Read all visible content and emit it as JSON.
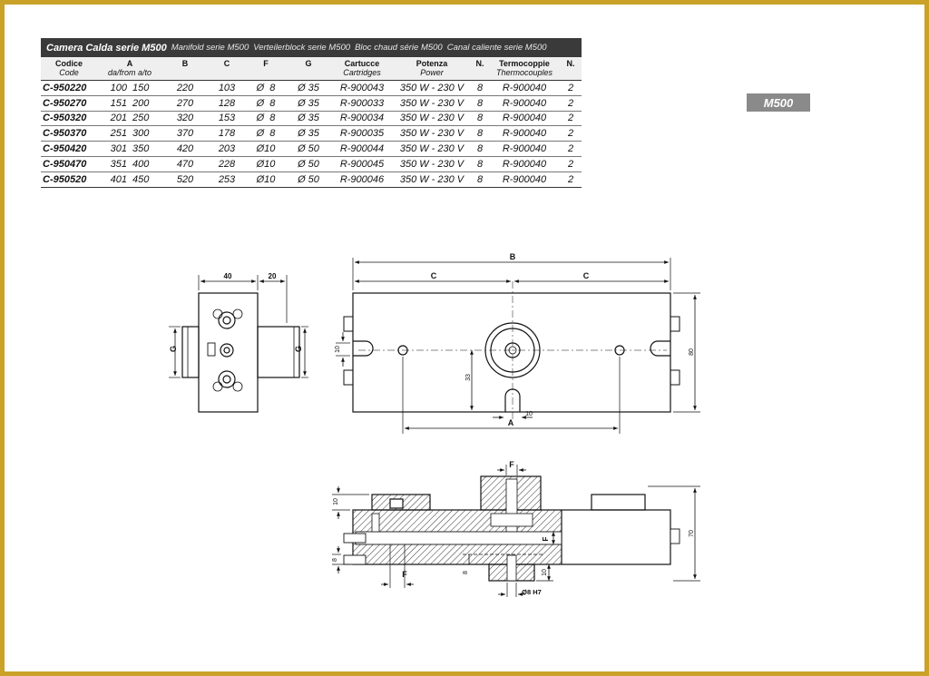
{
  "table": {
    "title": "Camera Calda serie M500",
    "translations": [
      "Manifold serie M500",
      "Verteilerblock serie M500",
      "Bloc chaud série M500",
      "Canal caliente serie M500"
    ],
    "headers": [
      {
        "l1": "Codice",
        "l2": "Code"
      },
      {
        "l1": "A",
        "l2": "da/from a/to"
      },
      {
        "l1": "B",
        "l2": ""
      },
      {
        "l1": "C",
        "l2": ""
      },
      {
        "l1": "F",
        "l2": ""
      },
      {
        "l1": "G",
        "l2": ""
      },
      {
        "l1": "Cartucce",
        "l2": "Cartridges"
      },
      {
        "l1": "Potenza",
        "l2": "Power"
      },
      {
        "l1": "N.",
        "l2": ""
      },
      {
        "l1": "Termocoppie",
        "l2": "Thermocouples"
      },
      {
        "l1": "N.",
        "l2": ""
      }
    ],
    "rows": [
      {
        "code": "C-950220",
        "a": "100  150",
        "b": "220",
        "c": "103",
        "f": "Ø  8",
        "g": "Ø 35",
        "cart": "R-900043",
        "power": "350 W - 230 V",
        "n1": "8",
        "tc": "R-900040",
        "n2": "2"
      },
      {
        "code": "C-950270",
        "a": "151  200",
        "b": "270",
        "c": "128",
        "f": "Ø  8",
        "g": "Ø 35",
        "cart": "R-900033",
        "power": "350 W - 230 V",
        "n1": "8",
        "tc": "R-900040",
        "n2": "2"
      },
      {
        "code": "C-950320",
        "a": "201  250",
        "b": "320",
        "c": "153",
        "f": "Ø  8",
        "g": "Ø 35",
        "cart": "R-900034",
        "power": "350 W - 230 V",
        "n1": "8",
        "tc": "R-900040",
        "n2": "2"
      },
      {
        "code": "C-950370",
        "a": "251  300",
        "b": "370",
        "c": "178",
        "f": "Ø  8",
        "g": "Ø 35",
        "cart": "R-900035",
        "power": "350 W - 230 V",
        "n1": "8",
        "tc": "R-900040",
        "n2": "2"
      },
      {
        "code": "C-950420",
        "a": "301  350",
        "b": "420",
        "c": "203",
        "f": "Ø10",
        "g": "Ø 50",
        "cart": "R-900044",
        "power": "350 W - 230 V",
        "n1": "8",
        "tc": "R-900040",
        "n2": "2"
      },
      {
        "code": "C-950470",
        "a": "351  400",
        "b": "470",
        "c": "228",
        "f": "Ø10",
        "g": "Ø 50",
        "cart": "R-900045",
        "power": "350 W - 230 V",
        "n1": "8",
        "tc": "R-900040",
        "n2": "2"
      },
      {
        "code": "C-950520",
        "a": "401  450",
        "b": "520",
        "c": "253",
        "f": "Ø10",
        "g": "Ø 50",
        "cart": "R-900046",
        "power": "350 W - 230 V",
        "n1": "8",
        "tc": "R-900040",
        "n2": "2"
      }
    ]
  },
  "badge": "M500",
  "drawing": {
    "side": {
      "w40": "40",
      "w20": "20",
      "g": "G"
    },
    "top": {
      "b": "B",
      "c": "C",
      "a": "A",
      "d10a": "10",
      "d33": "33",
      "d10b": "10",
      "d80": "80"
    },
    "section": {
      "f": "F",
      "d10a": "10",
      "d8a": "8",
      "d8b": "8",
      "d10b": "10",
      "d70": "70",
      "h7": "Ø8 H7"
    }
  },
  "colors": {
    "border": "#c9a227",
    "title_bg": "#3a3a3a",
    "badge_bg": "#8a8a8a"
  }
}
